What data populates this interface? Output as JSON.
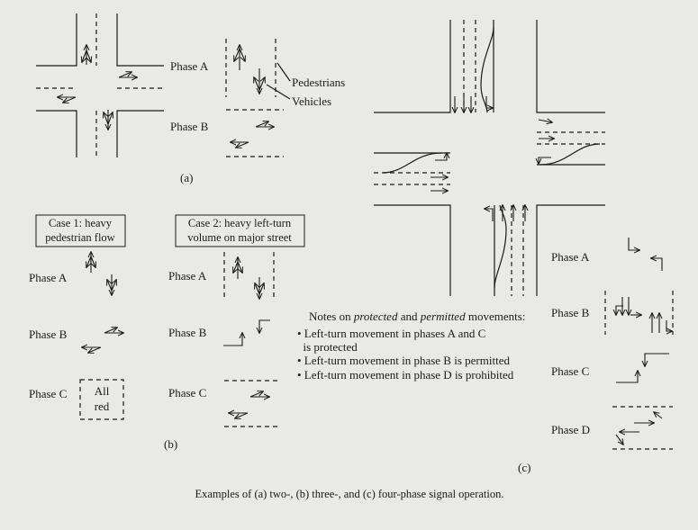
{
  "panel_a": {
    "phase_a_label": "Phase A",
    "phase_b_label": "Phase B",
    "pedestrians_label": "Pedestrians",
    "vehicles_label": "Vehicles",
    "tag": "(a)"
  },
  "panel_b": {
    "case1_line1": "Case 1: heavy",
    "case1_line2": "pedestrian flow",
    "case2_line1": "Case 2: heavy left-turn",
    "case2_line2": "volume on major street",
    "phase_a_label": "Phase A",
    "phase_b_label": "Phase B",
    "phase_c_label": "Phase C",
    "all_red_line1": "All",
    "all_red_line2": "red",
    "tag": "(b)"
  },
  "panel_c": {
    "phase_a_label": "Phase A",
    "phase_b_label": "Phase B",
    "phase_c_label": "Phase C",
    "phase_d_label": "Phase D",
    "notes_prefix": "Notes on ",
    "notes_protected": "protected",
    "notes_and": " and ",
    "notes_permitted": "permitted",
    "notes_suffix": " movements:",
    "bullets": [
      "• Left-turn movement in phases A and C",
      "  is protected",
      "• Left-turn movement in phase B is permitted",
      "• Left-turn movement in phase D is prohibited"
    ],
    "tag": "(c)"
  },
  "caption": "Examples of (a) two-, (b) three-, and (c) four-phase signal operation."
}
